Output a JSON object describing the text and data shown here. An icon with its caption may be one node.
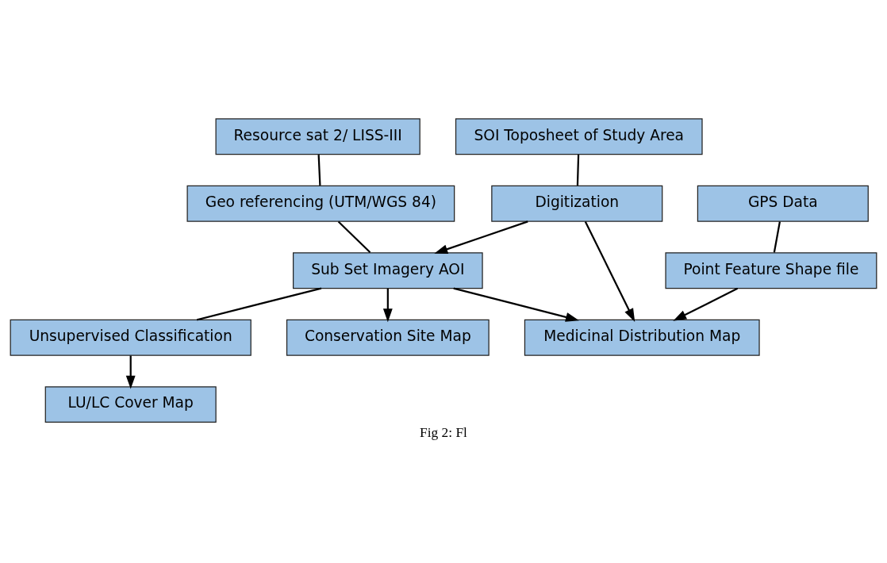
{
  "diagram": {
    "caption": "Fig 2: Fl",
    "nodes": [
      {
        "text": [
          "Resource sat 2/ LISS-III"
        ]
      },
      {
        "text": [
          "SOI Toposheet of Study Area"
        ]
      },
      {
        "text": [
          "GPS Data"
        ]
      },
      {
        "text": [
          "Geo referencing (UTM/WGS 84)"
        ]
      },
      {
        "text": [
          "Digitization"
        ]
      },
      {
        "text": [
          "Point Feature Shape file"
        ]
      },
      {
        "text": [
          "Sub Set Imagery AOI"
        ]
      },
      {
        "text": [
          "Unsupervised Classification"
        ]
      },
      {
        "text": [
          "LU/LC Cover Map"
        ]
      },
      {
        "text": [
          "Medicinal Distribution Map"
        ]
      },
      {
        "text": [
          "Conservation Site Map"
        ]
      }
    ],
    "edges": [
      {
        "from": 0,
        "to": 3,
        "arrow": "none"
      },
      {
        "from": 1,
        "to": 4,
        "arrow": "none"
      },
      {
        "from": 2,
        "to": 5,
        "arrow": "none"
      },
      {
        "from": 3,
        "to": 6,
        "arrow": "none"
      },
      {
        "from": 4,
        "to": 6,
        "arrow": "to"
      },
      {
        "from": 4,
        "to": 9,
        "arrow": "to"
      },
      {
        "from": 5,
        "to": 9,
        "arrow": "to"
      },
      {
        "from": 6,
        "to": 10,
        "arrow": "to"
      },
      {
        "from": 6,
        "to": 9,
        "arrow": "to"
      },
      {
        "from": 6,
        "to": 7,
        "arrow": "none"
      },
      {
        "from": 7,
        "to": 8,
        "arrow": "to"
      }
    ]
  }
}
